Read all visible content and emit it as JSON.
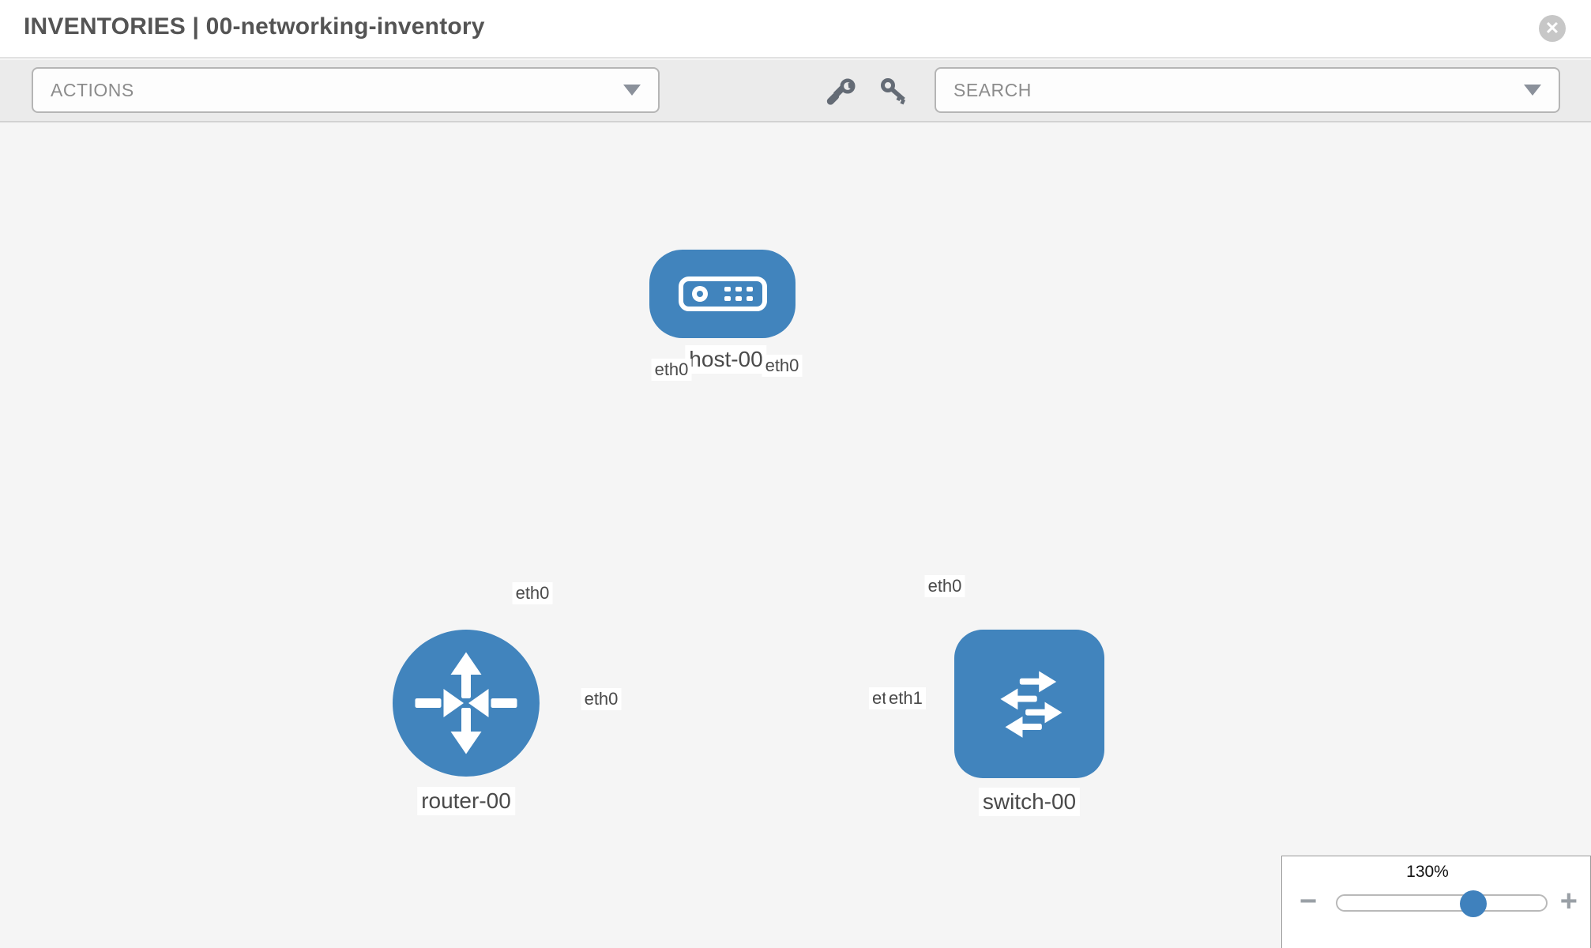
{
  "header": {
    "title": "INVENTORIES | 00-networking-inventory",
    "close_label": "✕"
  },
  "toolbar": {
    "actions_label": "ACTIONS",
    "search_label": "SEARCH"
  },
  "topology": {
    "nodes": [
      {
        "id": "host-00",
        "type": "host",
        "label": "host-00"
      },
      {
        "id": "router-00",
        "type": "router",
        "label": "router-00"
      },
      {
        "id": "switch-00",
        "type": "switch",
        "label": "switch-00"
      }
    ],
    "interfaces": {
      "host_left": "eth0",
      "host_right": "eth0",
      "router_to_host": "eth0",
      "switch_top": "eth0",
      "router_right": "eth0",
      "switch_left_hidden": "eth0",
      "switch_left": "eth1"
    },
    "links": [
      {
        "from": "router-00",
        "from_if": "eth0",
        "to": "host-00",
        "to_if": "eth0"
      },
      {
        "from": "host-00",
        "from_if": "eth0",
        "to": "switch-00",
        "to_if": "eth0"
      },
      {
        "from": "router-00",
        "from_if": "eth0",
        "to": "switch-00",
        "to_if": "eth1"
      }
    ]
  },
  "zoom_control": {
    "level": "130%",
    "minus_label": "−",
    "plus_label": "+"
  },
  "colors": {
    "node_blue": "#4184bd",
    "link_gray": "#dcdcdc",
    "connector_gray": "#c3c3c3",
    "canvas_bg": "#f5f5f5",
    "toolbar_bg": "#ebebeb",
    "label_text": "#4a4a4a"
  }
}
